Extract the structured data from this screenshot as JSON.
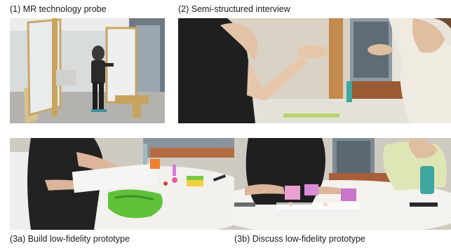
{
  "figure": {
    "panels": [
      {
        "id": "1",
        "caption": "(1) MR technology probe"
      },
      {
        "id": "2",
        "caption": "(2) Semi-structured interview"
      },
      {
        "id": "3a",
        "caption": "(3a) Build low-fidelity prototype"
      },
      {
        "id": "3b",
        "caption": "(3b) Discuss low-fidelity prototype"
      }
    ]
  }
}
